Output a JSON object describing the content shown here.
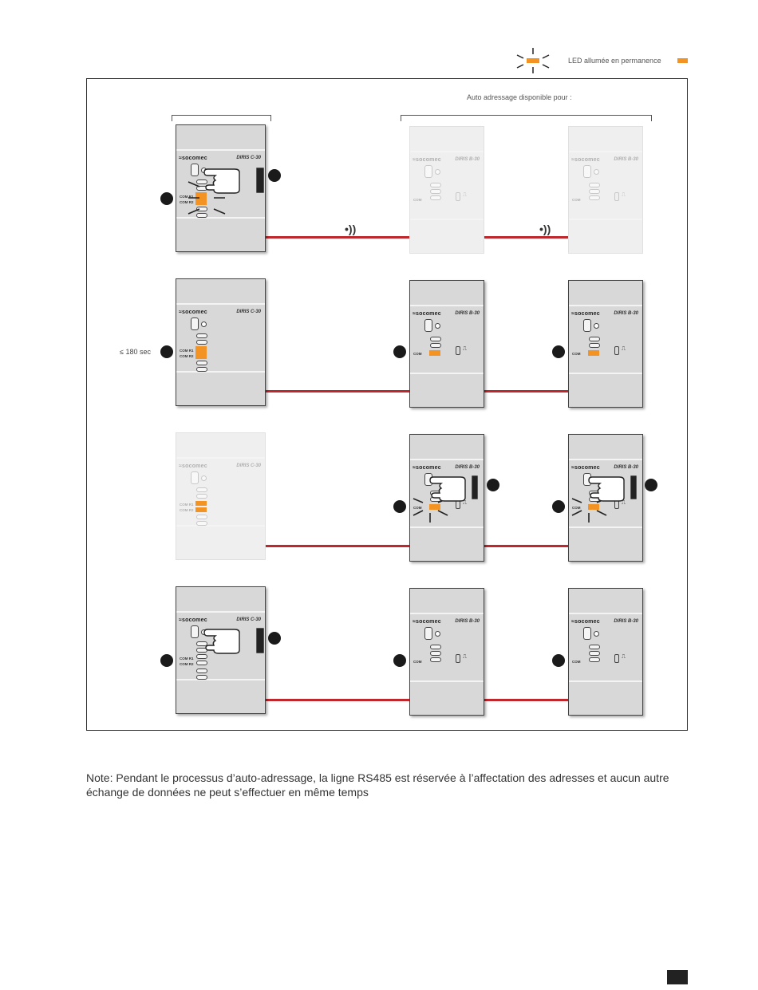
{
  "legend": {
    "label": "LED allumée en permanence",
    "led_color": "#f39324"
  },
  "diagram": {
    "auto_label": "Auto adressage disponible pour :",
    "time_label": "≤ 180 sec",
    "brand": "≈socomec",
    "model_c": "DIRIS C-30",
    "model_b": "DIRIS B-30",
    "com_label": "COM",
    "com_r1": "COM R1",
    "com_r2": "COM R2",
    "pulse": "⎍",
    "wave_icon": "signal-wave-icon",
    "line_color": "#c0272d"
  },
  "note": "Note: Pendant le processus d’auto-adressage, la ligne RS485 est réservée à l’affectation des adresses et aucun autre échange de données ne peut s’effectuer en même temps"
}
